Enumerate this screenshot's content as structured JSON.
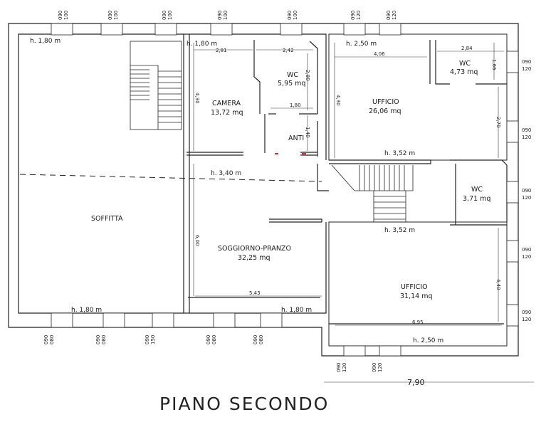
{
  "title": "PIANO SECONDO",
  "total_dimension": "7,90",
  "rooms": {
    "soffitta": {
      "name": "SOFFITTA"
    },
    "camera": {
      "name": "CAMERA",
      "area": "13,72 mq"
    },
    "wc_camera": {
      "name": "WC",
      "area": "5,95 mq"
    },
    "anti": {
      "name": "ANTI"
    },
    "soggiorno": {
      "name": "SOGGIORNO-PRANZO",
      "area": "32,25 mq"
    },
    "ufficio_top": {
      "name": "UFFICIO",
      "area": "26,06 mq"
    },
    "wc_top_right": {
      "name": "WC",
      "area": "4,73 mq"
    },
    "wc_mid_right": {
      "name": "WC",
      "area": "3,71 mq"
    },
    "ufficio_bottom": {
      "name": "UFFICIO",
      "area": "31,14 mq"
    }
  },
  "heights": {
    "soffitta_top": "h. 1,80 m",
    "camera_top": "h. 1,80 m",
    "ufficio_top": "h. 2,50 m",
    "middle_dashed": "h. 3,40 m",
    "stair_top": "h. 3,52 m",
    "stair_bottom": "h. 3,52 m",
    "soffitta_bottom": "h. 1,80 m",
    "soggiorno_bottom": "h. 1,80 m",
    "ufficio_bottom": "h. 2,50 m"
  },
  "dimensions": {
    "camera_w": "2,81",
    "wc_w": "2,42",
    "camera_h": "4,30",
    "wc_h": "2,80",
    "anti_w": "1,80",
    "anti_h": "1,40",
    "ufficio_w": "4,06",
    "ufficio_h": "4,30",
    "wc_top_w": "2,84",
    "wc_top_h": "1,66",
    "ufficio_side_h": "2,70",
    "soggiorno_h": "6,00",
    "soggiorno_w": "5,43",
    "ufficio_bottom_w": "6,95",
    "ufficio_bottom_h": "4,40"
  },
  "windows": {
    "top_1": {
      "a": "090",
      "b": "100"
    },
    "top_2": {
      "a": "090",
      "b": "100"
    },
    "top_3": {
      "a": "090",
      "b": "100"
    },
    "top_4": {
      "a": "090",
      "b": "100"
    },
    "top_5": {
      "a": "090",
      "b": "100"
    },
    "top_6": {
      "a": "090",
      "b": "120"
    },
    "top_7": {
      "a": "090",
      "b": "120"
    },
    "right_1": {
      "a": "090",
      "b": "120"
    },
    "right_2": {
      "a": "090",
      "b": "120"
    },
    "right_3": {
      "a": "090",
      "b": "120"
    },
    "right_4": {
      "a": "090",
      "b": "120"
    },
    "right_5": {
      "a": "090",
      "b": "120"
    },
    "bottom_1": {
      "a": "090",
      "b": "080"
    },
    "bottom_2": {
      "a": "090",
      "b": "080"
    },
    "bottom_3": {
      "a": "090",
      "b": "150"
    },
    "bottom_4": {
      "a": "090",
      "b": "080"
    },
    "bottom_5": {
      "a": "090",
      "b": "080"
    },
    "bottom_6": {
      "a": "090",
      "b": "120"
    },
    "bottom_7": {
      "a": "090",
      "b": "120"
    }
  }
}
